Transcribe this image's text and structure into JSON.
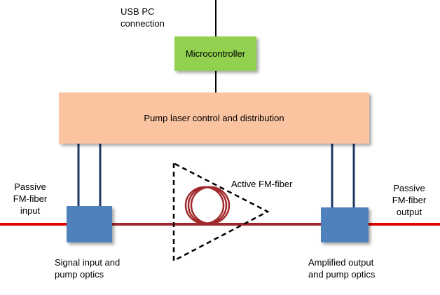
{
  "labels": {
    "usb_line1": "USB PC",
    "usb_line2": "connection",
    "microcontroller": "Microcontroller",
    "pump_control": "Pump laser control and distribution",
    "active_fiber": "Active FM-fiber",
    "left_input_1": "Passive",
    "left_input_2": "FM-fiber",
    "left_input_3": "input",
    "right_output_1": "Passive",
    "right_output_2": "FM-fiber",
    "right_output_3": "output",
    "signal_optics_1": "Signal input and",
    "signal_optics_2": "pump optics",
    "amp_optics_1": "Amplified output",
    "amp_optics_2": "and pump optics"
  },
  "colors": {
    "microcontroller_fill": "#92d050",
    "pump_box_fill": "#fbc4a0",
    "optics_box_fill": "#4f81bd",
    "pump_lines": "#1f3864",
    "passive_fiber": "#e00000",
    "active_fiber": "#a0282a"
  }
}
